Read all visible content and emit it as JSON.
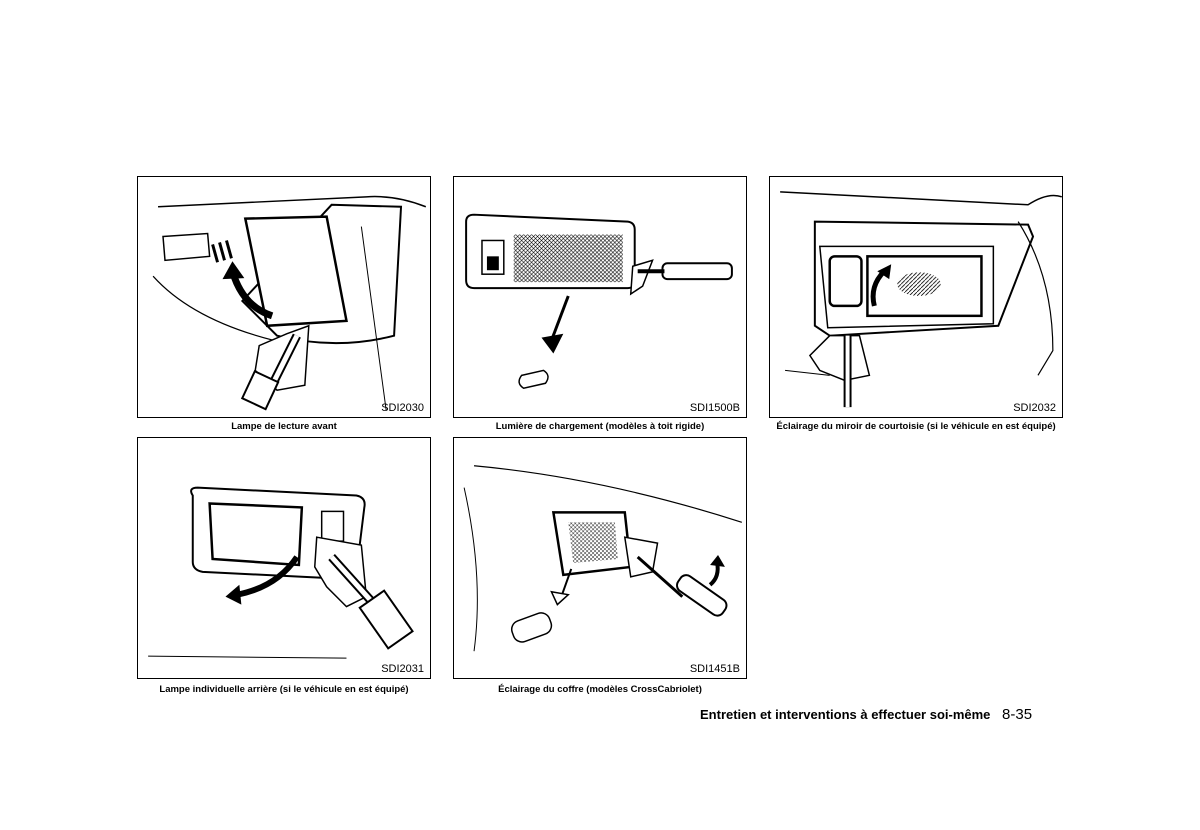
{
  "figures": [
    {
      "code": "SDI2030",
      "caption": "Lampe de lecture avant"
    },
    {
      "code": "SDI1500B",
      "caption": "Lumière de chargement (modèles à toit rigide)"
    },
    {
      "code": "SDI2032",
      "caption": "Éclairage du miroir de courtoisie (si le véhicule en est équipé)"
    },
    {
      "code": "SDI2031",
      "caption": "Lampe individuelle arrière (si le véhicule en est équipé)"
    },
    {
      "code": "SDI1451B",
      "caption": "Éclairage du coffre (modèles CrossCabriolet)"
    }
  ],
  "footer": {
    "section_title": "Entretien et interventions à effectuer soi-même",
    "page_number": "8-35"
  }
}
